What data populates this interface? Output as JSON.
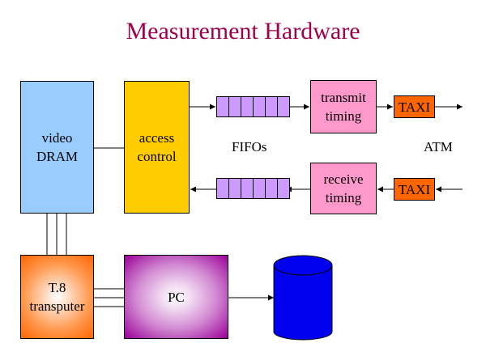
{
  "title": "Measurement Hardware",
  "boxes": {
    "video_dram": [
      "video",
      "DRAM"
    ],
    "access_control": [
      "access",
      "control"
    ],
    "transmit_timing": [
      "transmit",
      "timing"
    ],
    "receive_timing": [
      "receive",
      "timing"
    ],
    "taxi_out": "TAXI",
    "taxi_in": "TAXI",
    "t8_transputer": [
      "T.8",
      "transputer"
    ],
    "pc": "PC"
  },
  "labels": {
    "fifos": "FIFOs",
    "atm": "ATM"
  },
  "colors": {
    "title": "#a0004a",
    "video_dram": "#99ccff",
    "access_control": "#ffcc00",
    "timing": "#ff99cc",
    "taxi": "#ff6600",
    "fifo_cell": "#cc99ff",
    "transputer": "#ff6600",
    "pc": "#990099",
    "disk": "#0000ee"
  }
}
